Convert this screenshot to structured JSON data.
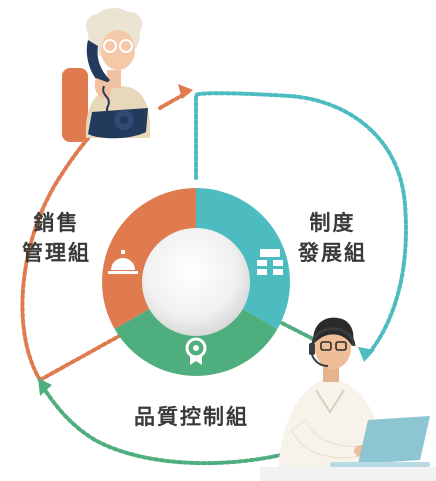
{
  "labels": {
    "sales_line1": "銷售",
    "sales_line2": "管理組",
    "system_line1": "制度",
    "system_line2": "發展組",
    "quality": "品質控制組"
  },
  "colors": {
    "sales": "#e07a4f",
    "system": "#4dbcc0",
    "quality": "#4fae7e",
    "text": "#3a3a3a",
    "ring_center": "#e8e8e8"
  },
  "icons": {
    "sales": "service-bell-icon",
    "system": "org-chart-icon",
    "quality": "award-badge-icon"
  }
}
